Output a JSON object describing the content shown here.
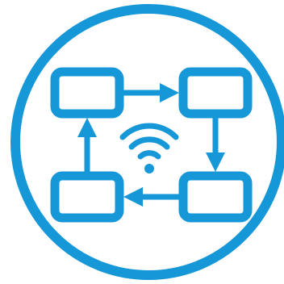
{
  "icon": {
    "name": "wireless-network-cycle-icon",
    "primary_color": "#1597d8",
    "background_color": "#ffffff",
    "nodes": [
      "top-left-box",
      "top-right-box",
      "bottom-right-box",
      "bottom-left-box"
    ],
    "flow": "clockwise",
    "center_symbol": "wifi-icon"
  }
}
